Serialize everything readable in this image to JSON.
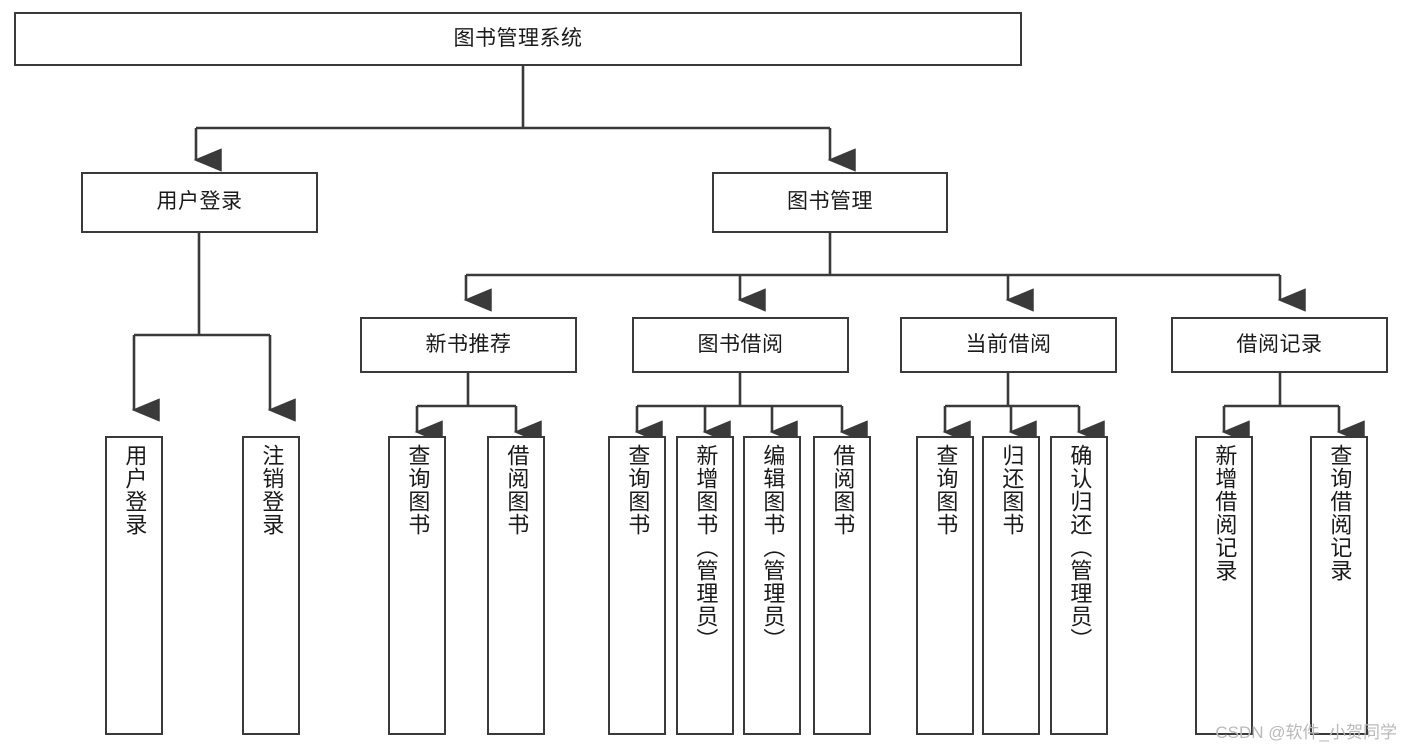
{
  "diagram": {
    "type": "tree",
    "title": "图书管理系统",
    "watermark": "CSDN @软件_小贺同学",
    "colors": {
      "stroke": "#3a3a3a",
      "fill": "#ffffff",
      "text": "#1a1a1a",
      "watermark": "#b9b9b9"
    },
    "root": {
      "label": "图书管理系统"
    },
    "level2": [
      {
        "label": "用户登录"
      },
      {
        "label": "图书管理"
      }
    ],
    "level3": [
      {
        "label": "新书推荐"
      },
      {
        "label": "图书借阅"
      },
      {
        "label": "当前借阅"
      },
      {
        "label": "借阅记录"
      }
    ],
    "leaves_user_login": [
      {
        "label": "用户登录"
      },
      {
        "label": "注销登录"
      }
    ],
    "leaves_new_books": [
      {
        "label": "查询图书"
      },
      {
        "label": "借阅图书"
      }
    ],
    "leaves_borrow": [
      {
        "label": "查询图书"
      },
      {
        "label": "新增图书（管理员）"
      },
      {
        "label": "编辑图书（管理员）"
      },
      {
        "label": "借阅图书"
      }
    ],
    "leaves_current": [
      {
        "label": "查询图书"
      },
      {
        "label": "归还图书"
      },
      {
        "label": "确认归还（管理员）"
      }
    ],
    "leaves_records": [
      {
        "label": "新增借阅记录"
      },
      {
        "label": "查询借阅记录"
      }
    ]
  }
}
